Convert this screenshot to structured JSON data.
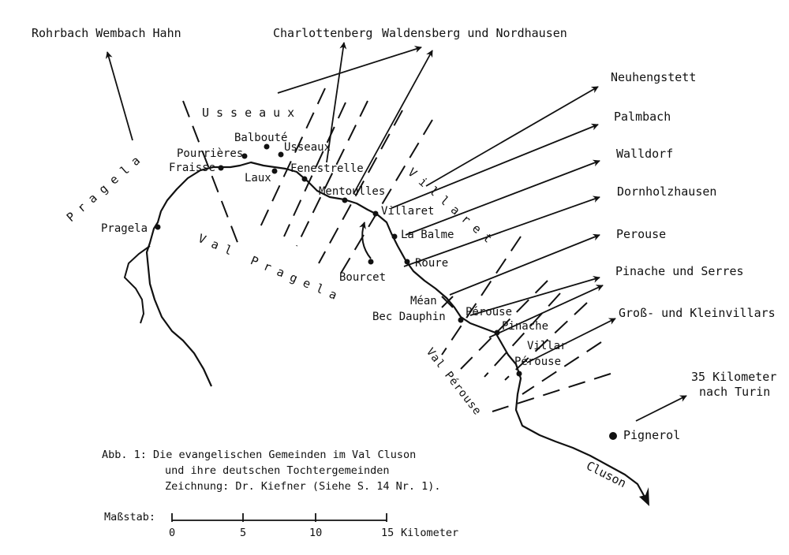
{
  "destinations": {
    "rohrbach": "Rohrbach Wembach Hahn",
    "charlottenberg": "Charlottenberg",
    "waldensberg": "Waldensberg und Nordhausen",
    "neuhengstett": "Neuhengstett",
    "palmbach": "Palmbach",
    "walldorf": "Walldorf",
    "dornholzhausen": "Dornholzhausen",
    "perouse": "Perouse",
    "pinache": "Pinache und Serres",
    "gross": "Groß- und Kleinvillars",
    "turin_line1": "35 Kilometer",
    "turin_line2": "nach Turin"
  },
  "places": {
    "balboute": "Balbouté",
    "pourrieres": "Pourrières",
    "usseaux": "Usseaux",
    "fraisse": "Fraisse",
    "laux": "Laux",
    "fenestrelle": "Fenestrelle",
    "mentoulles": "Mentoulles",
    "villaret": "Villaret",
    "pragela": "Pragela",
    "la_balme": "La Balme",
    "roure": "Roure",
    "bourcet": "Bourcet",
    "mean": "Méan",
    "bec_dauphin": "Bec Dauphin",
    "perouse": "Pérouse",
    "pinache": "Pinache",
    "villar": "Villar",
    "villar_perouse": "Pérouse",
    "pignerol": "Pignerol"
  },
  "regions": {
    "usseaux": "Usseaux",
    "pragela_left": "Pragela",
    "val_pragela": "Val Pragela",
    "villaret": "Villaret",
    "val_perouse": "Val Pérouse",
    "cluson": "Cluson"
  },
  "caption": {
    "line1": "Abb. 1: Die evangelischen Gemeinden im Val Cluson",
    "line2": "und ihre deutschen Tochtergemeinden",
    "line3": "Zeichnung: Dr. Kiefner (Siehe S. 14 Nr. 1)."
  },
  "scale": {
    "label": "Maßstab:",
    "ticks": [
      "0",
      "5",
      "10",
      "15"
    ],
    "unit": "Kilometer"
  }
}
